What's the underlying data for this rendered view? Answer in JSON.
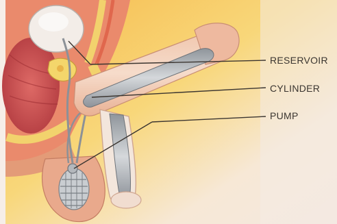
{
  "labels": {
    "reservoir": "RESERVOIR",
    "cylinder": "CYLINDER",
    "pump": "PUMP"
  },
  "colors": {
    "background_warm": "#f5cf63",
    "background_light": "#f7efe7",
    "tissue": "#e27a5e",
    "muscle": "#c7484a",
    "device_gray": "#a9adb2",
    "leader_line": "#3b3530"
  }
}
